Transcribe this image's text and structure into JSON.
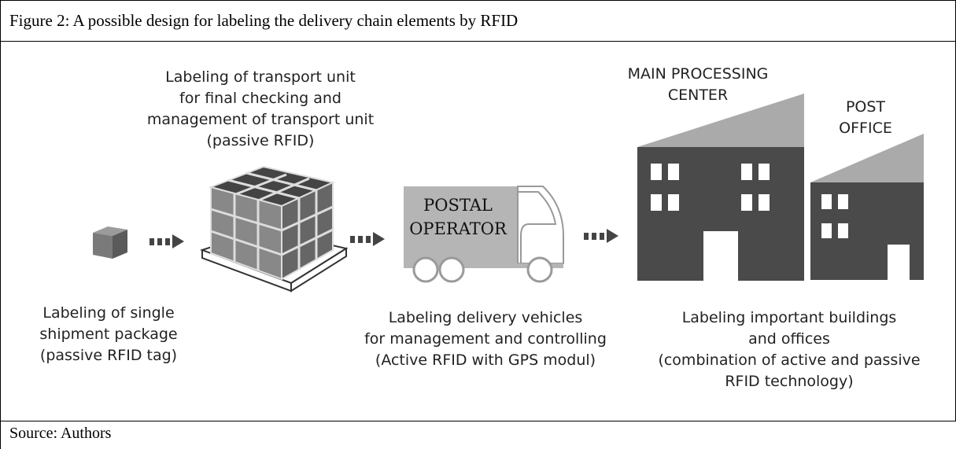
{
  "figure": {
    "caption": "Figure 2: A possible design for labeling the delivery chain elements by RFID",
    "source": "Source: Authors"
  },
  "diagram": {
    "transport_unit_label": [
      "Labeling of transport unit",
      "for final checking and",
      "management of transport unit",
      "(passive RFID)"
    ],
    "package_label": [
      "Labeling of single",
      "shipment package",
      "(passive RFID tag)"
    ],
    "truck_text": [
      "POSTAL",
      "OPERATOR"
    ],
    "vehicle_label": [
      "Labeling delivery vehicles",
      "for management and controlling",
      "(Active RFID with GPS modul)"
    ],
    "main_center_label": [
      "MAIN PROCESSING",
      "CENTER"
    ],
    "post_office_label": [
      "POST",
      "OFFICE"
    ],
    "buildings_label": [
      "Labeling important buildings",
      "and offices",
      "(combination of active and passive",
      "RFID technology)"
    ]
  }
}
